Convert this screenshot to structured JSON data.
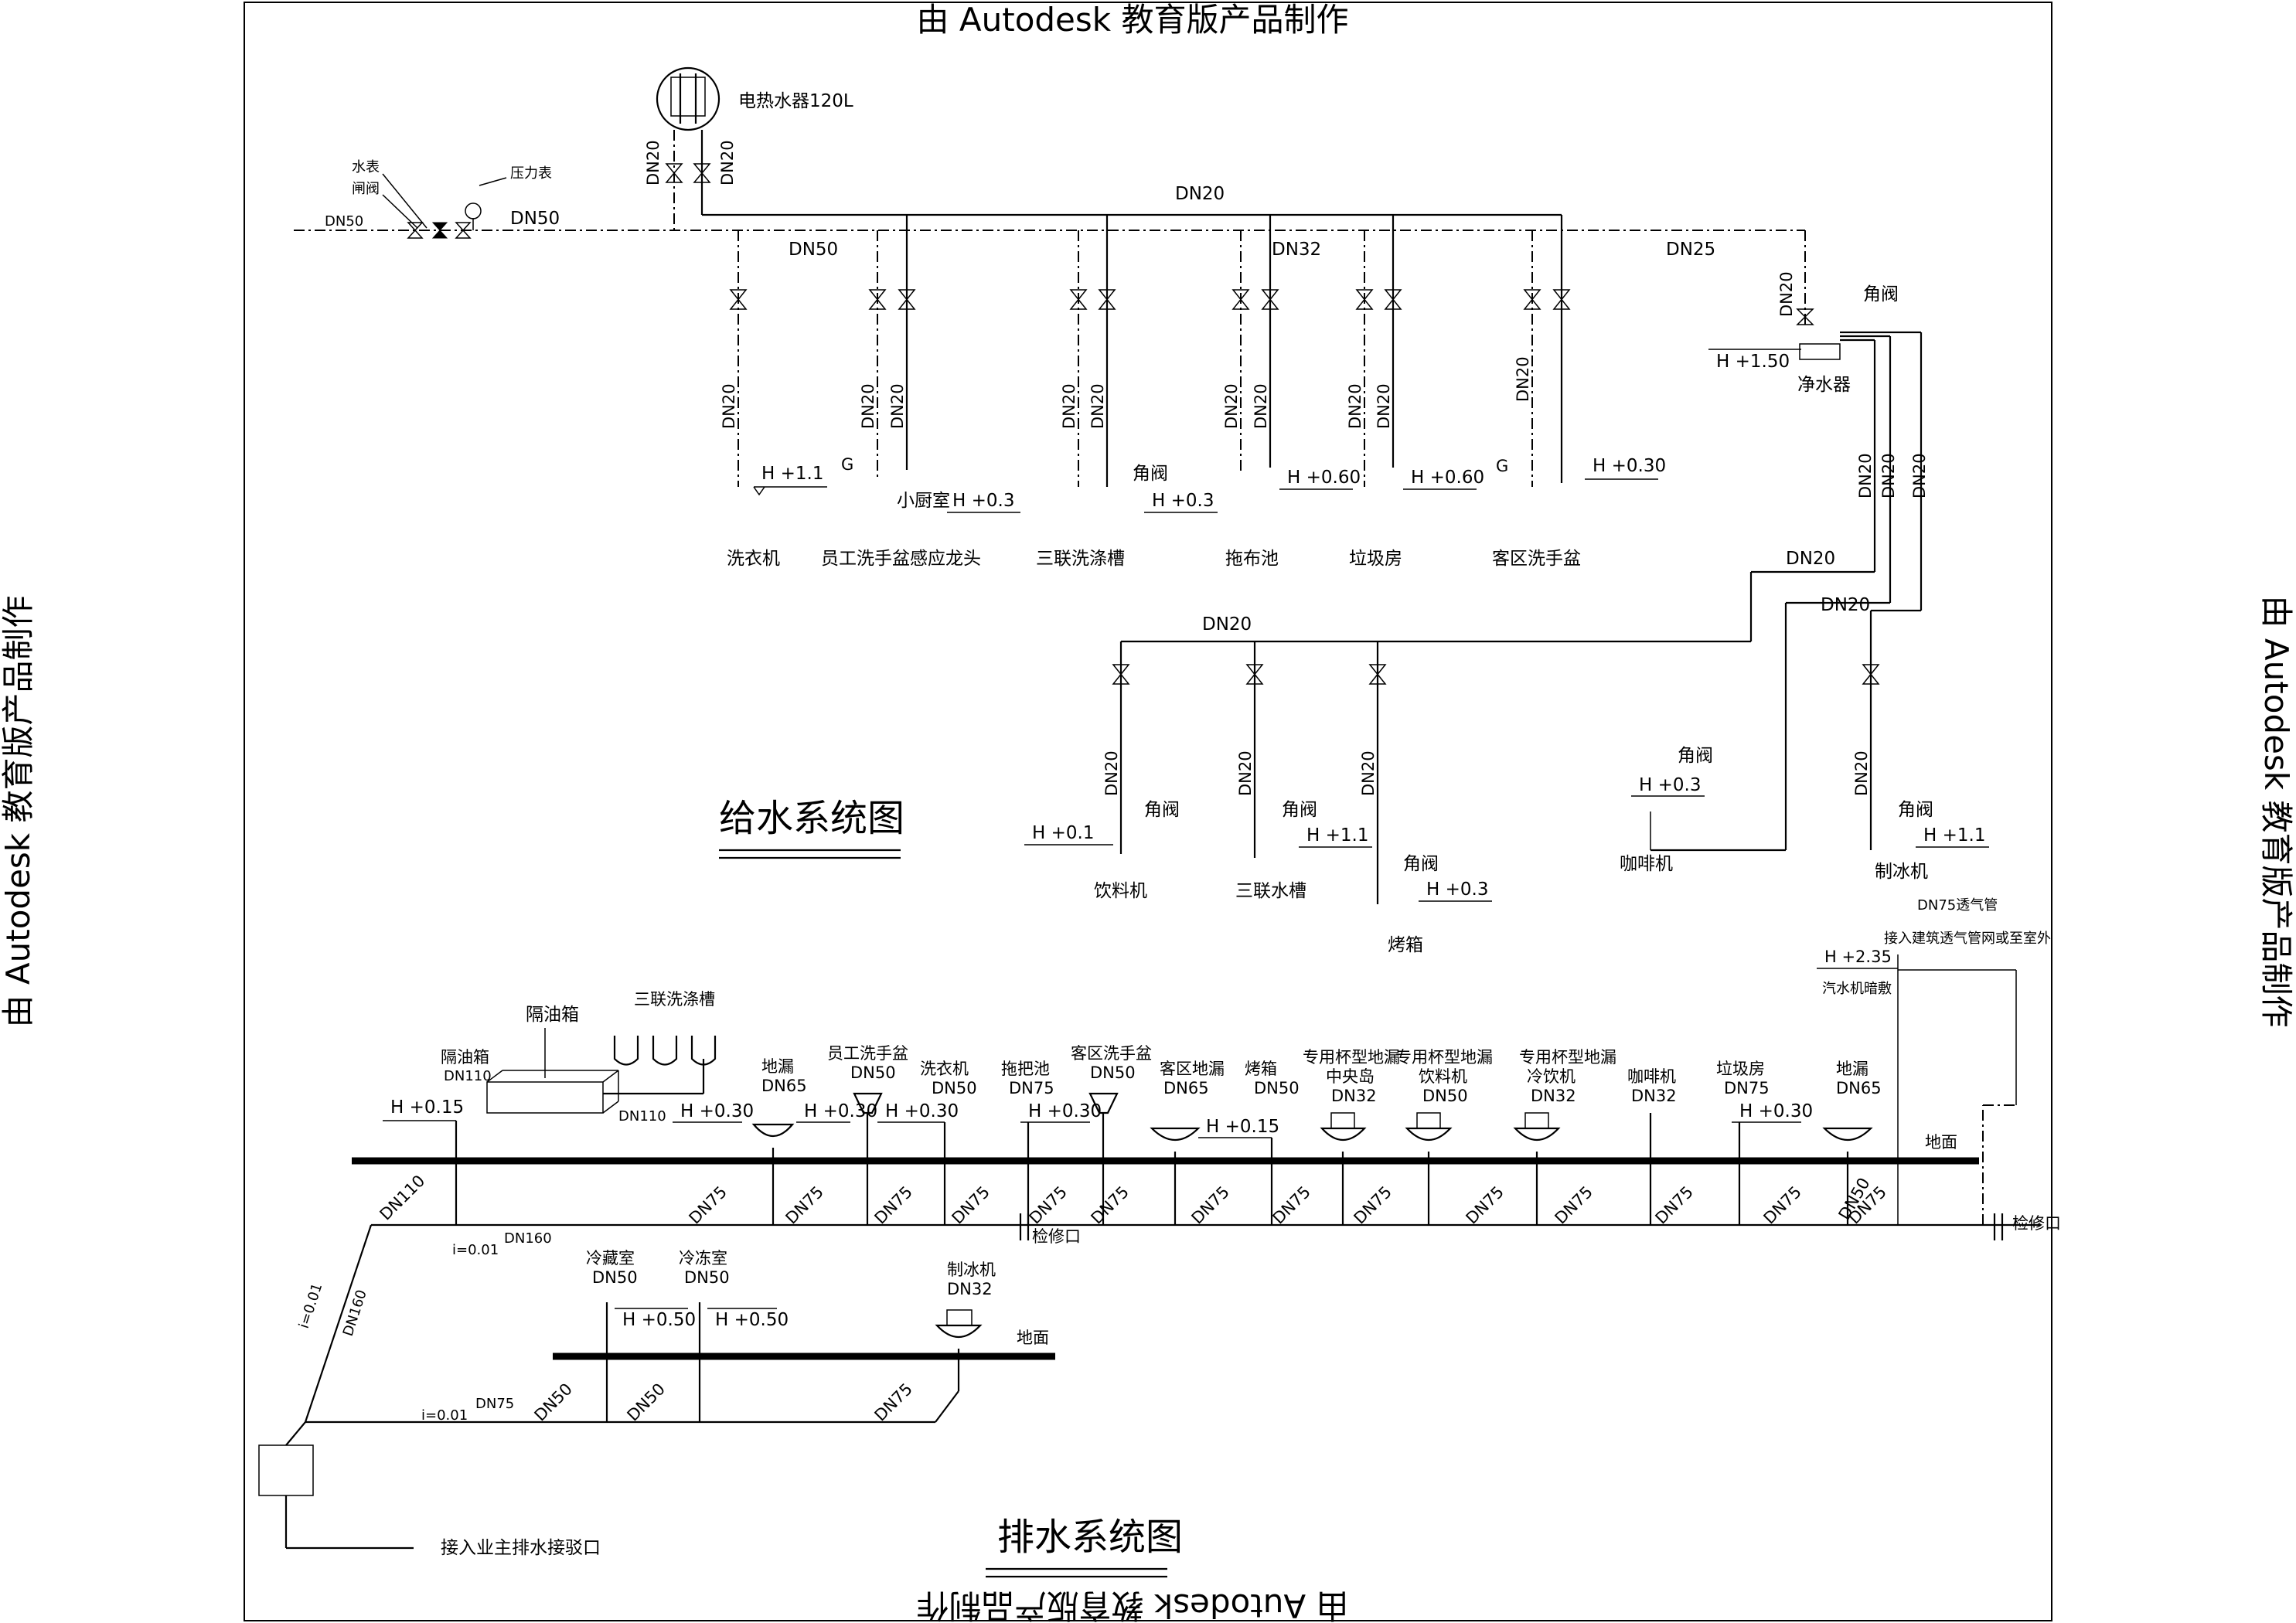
{
  "watermark": {
    "top": "由 Autodesk 教育版产品制作",
    "bottom": "由 Autodesk 教育版产品制作",
    "left": "由 Autodesk 教育版产品制作",
    "right": "由 Autodesk 教育版产品制作"
  },
  "titles": {
    "supply": "给水系统图",
    "drain": "排水系统图"
  },
  "supply": {
    "heater": "电热水器120L",
    "meter": "水表",
    "gate": "闸阀",
    "gauge": "压力表",
    "dn50_in": "DN50",
    "dn50_main": "DN50",
    "dn50_branch": "DN50",
    "dn20_hot_main": "DN20",
    "dn32": "DN32",
    "dn25": "DN25",
    "dn20": "DN20",
    "g": "G",
    "angle_valve": "角阀",
    "small_kitchen": "小厨室",
    "fixtures": [
      "洗衣机",
      "员工洗手盆感应龙头",
      "三联洗涤槽",
      "拖布池",
      "垃圾房",
      "客区洗手盆",
      "净水器",
      "饮料机",
      "三联水槽",
      "烤箱",
      "咖啡机",
      "制冰机"
    ],
    "heights": {
      "h11": "H +1.1",
      "h03": "H +0.3",
      "h060": "H +0.60",
      "h030": "H +0.30",
      "h150": "H +1.50",
      "h01": "H +0.1"
    }
  },
  "drain": {
    "oil_box": "隔油箱",
    "oil_box2": "隔油箱",
    "oil_dn": "DN110",
    "triple_sink": "三联洗涤槽",
    "floor": "地面",
    "check": "检修口",
    "vent": "DN75透气管",
    "vent_note": "接入建筑透气管网或至室外",
    "soda": "汽水机暗敷",
    "outlet": "接入业主排水接驳口",
    "slope": "i=0.01",
    "h015": "H +0.15",
    "h030": "H +0.30",
    "h050": "H +0.50",
    "h235": "H +2.35",
    "fixtures": [
      {
        "name": "地漏",
        "dn": "DN65"
      },
      {
        "name": "员工洗手盆",
        "dn": "DN50"
      },
      {
        "name": "洗衣机",
        "dn": "DN50"
      },
      {
        "name": "拖把池",
        "dn": "DN75"
      },
      {
        "name": "客区洗手盆",
        "dn": "DN50"
      },
      {
        "name": "客区地漏",
        "dn": "DN65"
      },
      {
        "name": "烤箱",
        "dn": "DN50"
      },
      {
        "name": "专用杯型地漏",
        "sub": "中央岛",
        "dn": "DN32"
      },
      {
        "name": "专用杯型地漏",
        "sub": "饮料机",
        "dn": "DN50"
      },
      {
        "name": "专用杯型地漏",
        "sub": "冷饮机",
        "dn": "DN32"
      },
      {
        "name": "咖啡机",
        "dn": "DN32"
      },
      {
        "name": "垃圾房",
        "dn": "DN75"
      },
      {
        "name": "地漏",
        "dn": "DN65"
      },
      {
        "name": "冷藏室",
        "dn": "DN50"
      },
      {
        "name": "冷冻室",
        "dn": "DN50"
      },
      {
        "name": "制冰机",
        "dn": "DN32"
      }
    ],
    "pipes": {
      "dn110": "DN110",
      "dn160": "DN160",
      "dn75": "DN75",
      "dn50": "DN50"
    }
  }
}
